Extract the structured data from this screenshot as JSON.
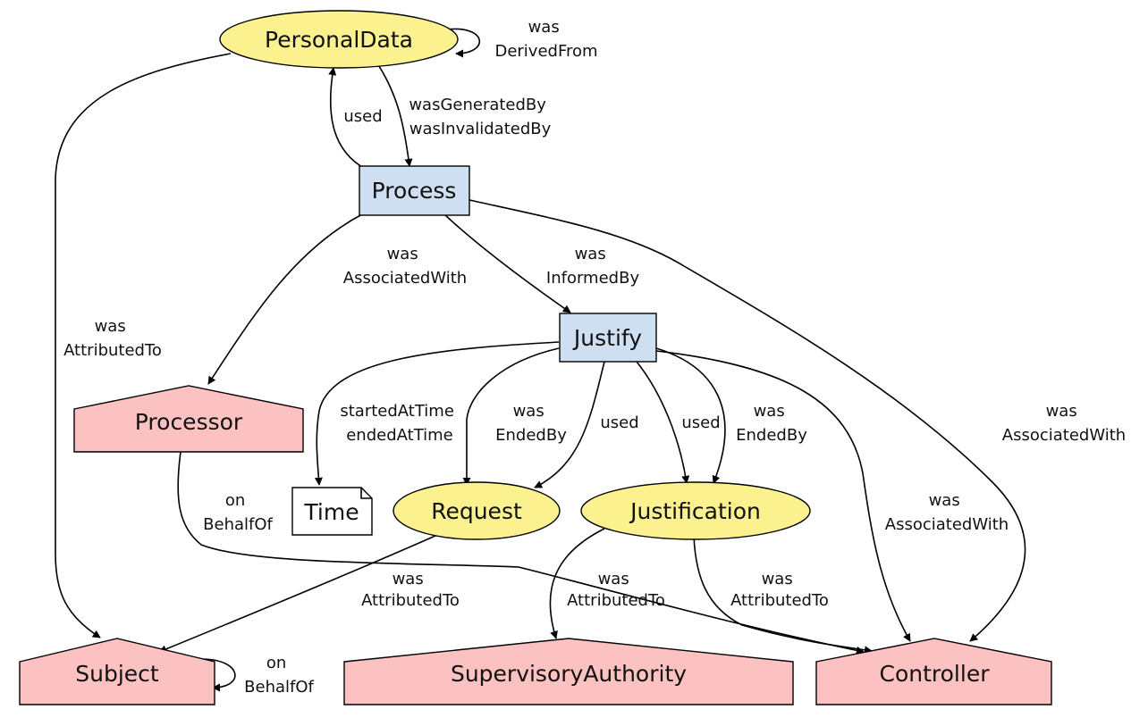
{
  "colors": {
    "entity": "#fbf18f",
    "activity": "#cfdff2",
    "agent": "#fcc1c1",
    "note": "#ffffff",
    "stroke": "#000000"
  },
  "nodes": {
    "personal_data": "PersonalData",
    "process": "Process",
    "justify": "Justify",
    "processor": "Processor",
    "time": "Time",
    "request": "Request",
    "justification": "Justification",
    "subject": "Subject",
    "supervisory_authority": "SupervisoryAuthority",
    "controller": "Controller"
  },
  "edges": {
    "pd_self": [
      "was",
      "DerivedFrom"
    ],
    "process_used_pd": [
      "used"
    ],
    "pd_generated": [
      "wasGeneratedBy",
      "wasInvalidatedBy"
    ],
    "pd_attributed_subject": [
      "was",
      "AttributedTo"
    ],
    "process_assoc_processor": [
      "was",
      "AssociatedWith"
    ],
    "justify_informed_process": [
      "was",
      "InformedBy"
    ],
    "process_assoc_controller": [
      "was",
      "AssociatedWith"
    ],
    "justify_time": [
      "startedAtTime",
      "endedAtTime"
    ],
    "request_ended_justify": [
      "was",
      "EndedBy"
    ],
    "justify_used_request": [
      "used"
    ],
    "justify_used_justification": [
      "used"
    ],
    "justification_ended_justify": [
      "was",
      "EndedBy"
    ],
    "justify_assoc_controller": [
      "was",
      "AssociatedWith"
    ],
    "processor_behalf_controller": [
      "on",
      "BehalfOf"
    ],
    "request_attributed_subject": [
      "was",
      "AttributedTo"
    ],
    "justification_attributed_sa": [
      "was",
      "AttributedTo"
    ],
    "justification_attributed_controller": [
      "was",
      "AttributedTo"
    ],
    "subject_self": [
      "on",
      "BehalfOf"
    ]
  }
}
